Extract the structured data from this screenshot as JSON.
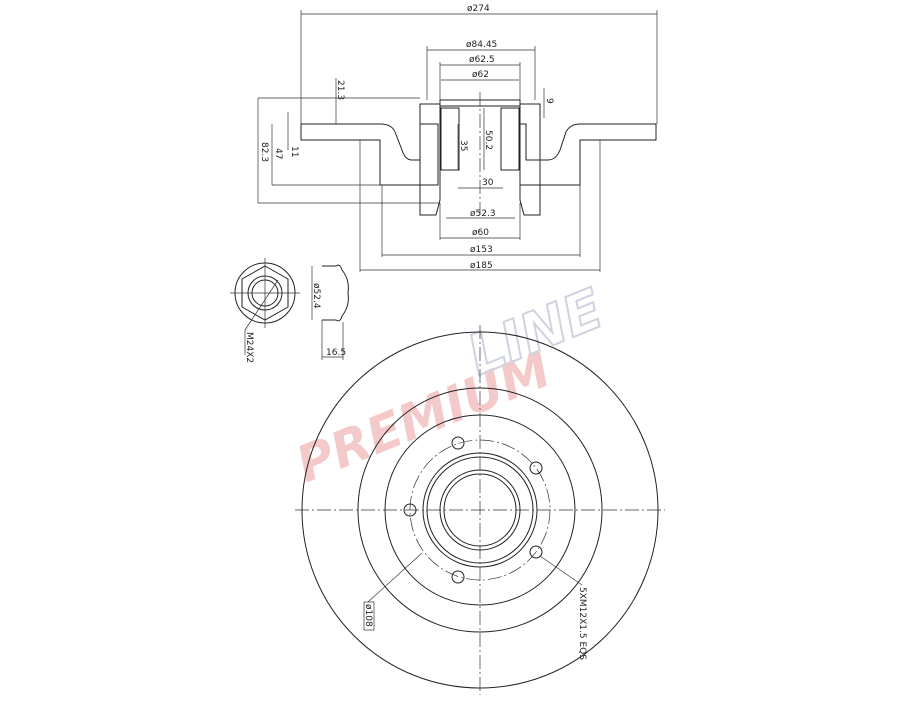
{
  "watermark": {
    "line1": "PREMIUM",
    "line2": "LINE",
    "color1": "#f3c9c9",
    "color2": "#cfd3e0"
  },
  "section_view": {
    "outer_diameter": "ø274",
    "hub_cap_diameter": "ø84.45",
    "bore_62_5": "ø62.5",
    "bore_62": "ø62",
    "offset_21_3": "21.3",
    "cap_height": "9",
    "total_height": "82.3",
    "hat_height": "47",
    "thickness": "11",
    "bearing_depth": "50.2",
    "bearing_width": "35",
    "inner_width": "30",
    "diam_52_3": "ø52.3",
    "diam_60": "ø60",
    "diam_153": "ø153",
    "diam_185": "ø185"
  },
  "nut_view": {
    "thread": "M24X2",
    "cap_diameter": "ø52.4",
    "cap_depth": "16.5"
  },
  "front_view": {
    "bolt_circle": "ø108",
    "bolt_spec": "5XM12X1.5 EQS"
  }
}
